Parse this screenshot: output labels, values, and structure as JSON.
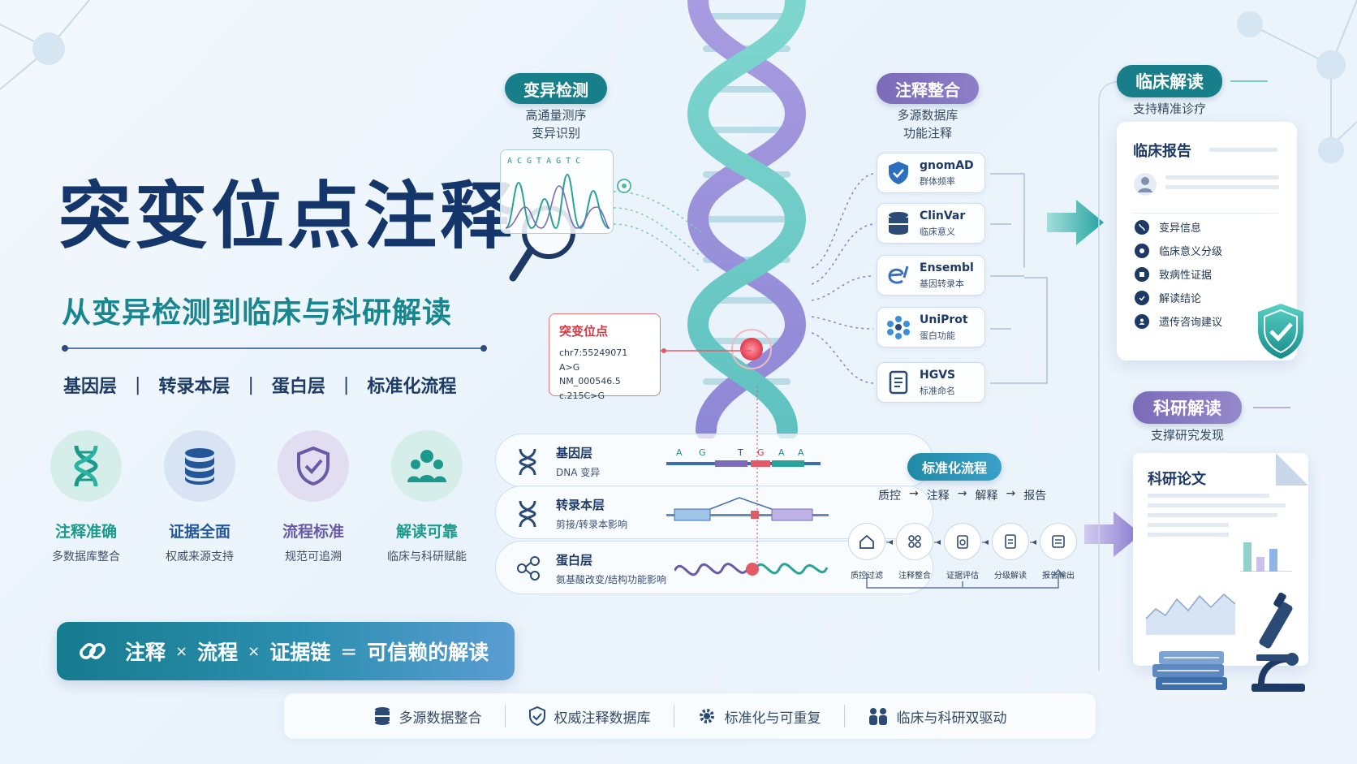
{
  "title": {
    "main": "突变位点注释",
    "subtitle": "从变异检测到临床与科研解读",
    "layers": [
      "基因层",
      "转录本层",
      "蛋白层",
      "标准化流程"
    ]
  },
  "features": [
    {
      "title": "注释准确",
      "sub": "多数据库整合",
      "icon": "dna-icon",
      "color": "#1b9a8c"
    },
    {
      "title": "证据全面",
      "sub": "权威来源支持",
      "icon": "database-icon",
      "color": "#24579a"
    },
    {
      "title": "流程标准",
      "sub": "规范可追溯",
      "icon": "shield-check-icon",
      "color": "#6a5aa6"
    },
    {
      "title": "解读可靠",
      "sub": "临床与科研赋能",
      "icon": "team-icon",
      "color": "#1b9a8c"
    }
  ],
  "formula": {
    "a": "注释",
    "times1": "×",
    "b": "流程",
    "times2": "×",
    "c": "证据链",
    "eq": "=",
    "result": "可信赖的解读"
  },
  "bottom_bar": [
    "多源数据整合",
    "权威注释数据库",
    "标准化与可重复",
    "临床与科研双驱动"
  ],
  "detect": {
    "pill": "变异检测",
    "sub1": "高通量测序",
    "sub2": "变异识别",
    "seq": "ACGTAGTC"
  },
  "annot": {
    "pill": "注释整合",
    "sub1": "多源数据库",
    "sub2": "功能注释"
  },
  "mutation": {
    "title": "突变位点",
    "lines": [
      "chr7:55249071 A>G",
      "NM_000546.5",
      "c.215C>G"
    ]
  },
  "databases": [
    {
      "name": "gnomAD",
      "sub": "群体频率"
    },
    {
      "name": "ClinVar",
      "sub": "临床意义"
    },
    {
      "name": "Ensembl",
      "sub": "基因转录本"
    },
    {
      "name": "UniProt",
      "sub": "蛋白功能"
    },
    {
      "name": "HGVS",
      "sub": "标准命名"
    }
  ],
  "layer_rows": [
    {
      "title": "基因层",
      "sub": "DNA 变异",
      "bases": [
        "A",
        "G",
        "T",
        "G",
        "A",
        "A"
      ]
    },
    {
      "title": "转录本层",
      "sub": "剪接/转录本影响"
    },
    {
      "title": "蛋白层",
      "sub": "氨基酸改变/结构功能影响"
    }
  ],
  "standard": {
    "pill": "标准化流程",
    "chain": [
      "质控",
      "注释",
      "解释",
      "报告"
    ],
    "arrow": "→",
    "steps": [
      "质控过滤",
      "注释整合",
      "证据评估",
      "分级解读",
      "报告输出"
    ]
  },
  "clinical": {
    "pill": "临床解读",
    "sub": "支持精准诊疗",
    "report_title": "临床报告",
    "items": [
      "变异信息",
      "临床意义分级",
      "致病性证据",
      "解读结论",
      "遗传咨询建议"
    ]
  },
  "research": {
    "pill": "科研解读",
    "sub": "支撑研究发现",
    "paper_title": "科研论文"
  },
  "colors": {
    "navy": "#15366b",
    "teal": "#18868f",
    "purple": "#7b6bb8",
    "red": "#d23a45"
  }
}
